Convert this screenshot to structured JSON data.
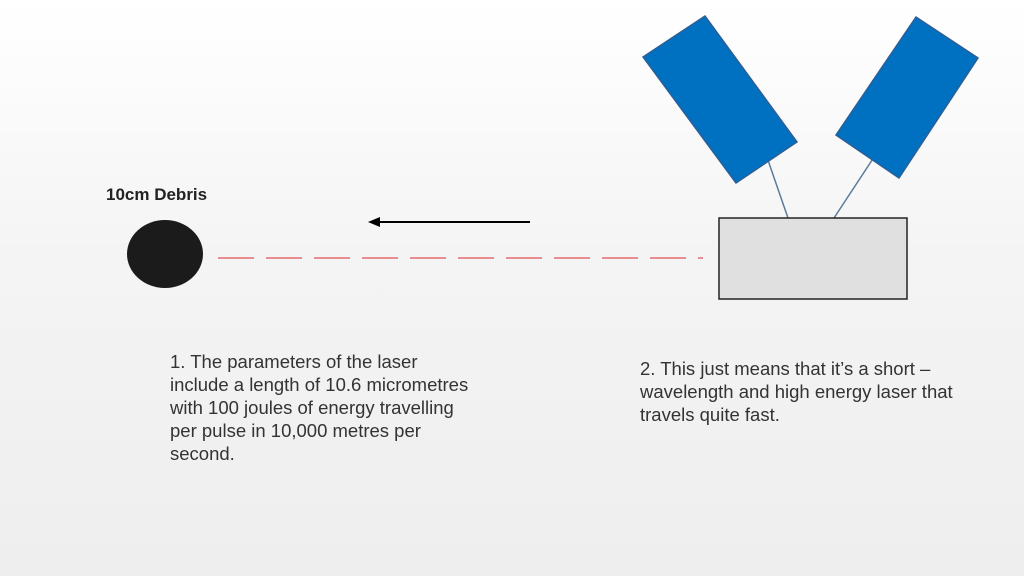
{
  "debris": {
    "label": "10cm Debris"
  },
  "notes": [
    "1. The parameters of the laser include a length of 10.6 micrometres with 100 joules of energy travelling per pulse in 10,000 metres per second.",
    "2. This just means that it’s a short – wavelength and high energy laser that travels quite fast."
  ],
  "colors": {
    "debris": "#1b1b1b",
    "panel": "#0070c0",
    "body": "#e0e0e0",
    "laser": "#e05050",
    "arrow": "#000000"
  }
}
